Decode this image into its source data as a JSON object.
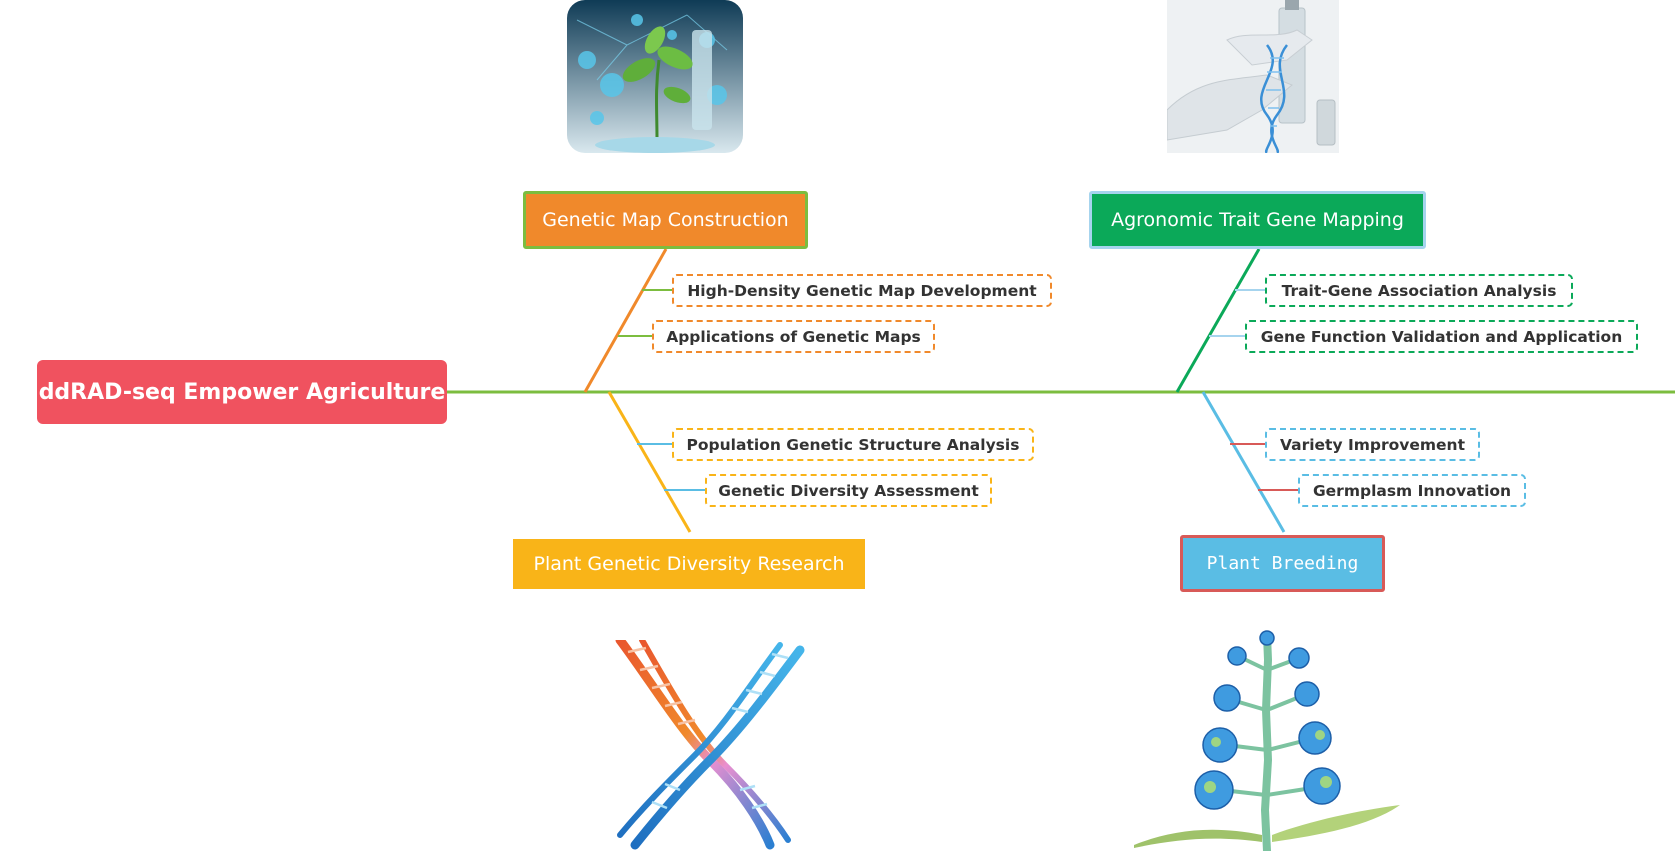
{
  "root": {
    "label": "ddRAD-seq Empower Agriculture"
  },
  "branches": {
    "genetic_map": {
      "label": "Genetic Map Construction",
      "items": [
        "High-Density Genetic Map Development",
        "Applications of Genetic Maps"
      ]
    },
    "agronomic": {
      "label": "Agronomic Trait Gene Mapping",
      "items": [
        "Trait-Gene Association Analysis",
        "Gene Function Validation and Application"
      ]
    },
    "diversity": {
      "label": "Plant Genetic Diversity Research",
      "items": [
        "Population Genetic Structure Analysis",
        "Genetic Diversity Assessment"
      ]
    },
    "breeding": {
      "label": "Plant Breeding",
      "items": [
        "Variety Improvement",
        "Germplasm Innovation"
      ]
    }
  },
  "colors": {
    "root": "#f0525f",
    "spine": "#7cbd3f",
    "genetic_map": "#f0892b",
    "agronomic": "#0ba959",
    "diversity": "#f9b418",
    "breeding": "#5abde4"
  },
  "images": {
    "genetic_map": "plant-lab-image",
    "agronomic": "dna-lab-image",
    "diversity": "dna-helix-image",
    "breeding": "plant-sprout-image"
  }
}
